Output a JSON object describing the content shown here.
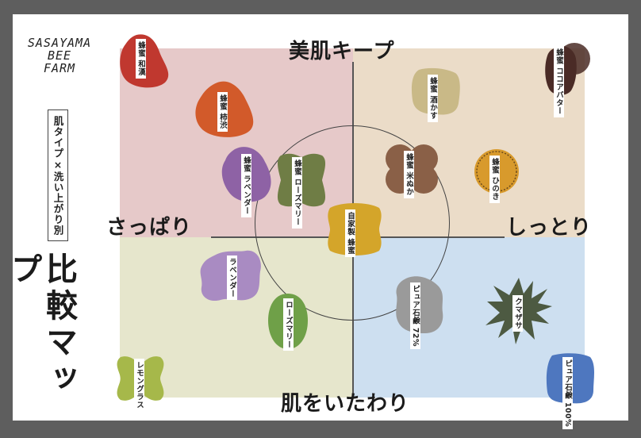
{
  "brand": {
    "line1": "SASAYAMA",
    "line2": "BEE",
    "line3": "FARM"
  },
  "subtitle": "肌タイプ×洗い上がり別",
  "title": "比較マップ",
  "axes": {
    "top": "美肌キープ",
    "bottom": "肌をいたわり",
    "left": "さっぱり",
    "right": "しっとり"
  },
  "items": {
    "washi": {
      "line1": "蜂蜜",
      "line2": "和漢",
      "color": "#c0382f"
    },
    "kakishibu": {
      "line1": "蜂蜜",
      "line2": "柿渋",
      "color": "#d25a2a"
    },
    "lavender_honey": {
      "line1": "蜂蜜",
      "line2": "ラベンダー",
      "color": "#8e62a5"
    },
    "rosemary_honey": {
      "line1": "蜂蜜",
      "line2": "ローズマリー",
      "color": "#6f7d45"
    },
    "sakekasu": {
      "line1": "蜂蜜",
      "line2": "酒かす",
      "color": "#c9b987"
    },
    "cocoa": {
      "line1": "蜂蜜",
      "line2": "ココアバター",
      "color": "#4a2b26"
    },
    "nuka": {
      "line1": "蜂蜜",
      "line2": "米ぬか",
      "color": "#8a6047"
    },
    "hinoki": {
      "line1": "蜂蜜",
      "line2": "ひのき",
      "color": "#d89a2c"
    },
    "homemade": {
      "line1": "自家製",
      "line2": "蜂蜜",
      "color": "#d4a52a"
    },
    "lavender": {
      "line1": "ラベンダー",
      "color": "#a98bc2"
    },
    "rosemary": {
      "line1": "ローズマリー",
      "color": "#6fa048"
    },
    "pure72": {
      "line1": "ピュア石鹸",
      "line2": "72%",
      "color": "#9a9a9a"
    },
    "kumazasa": {
      "line1": "クマザサ",
      "color": "#4d5a42"
    },
    "lemongrass": {
      "line1": "レモングラス",
      "color": "#a6b84a"
    },
    "pure100": {
      "line1": "ピュア石鹸",
      "line2": "100%",
      "color": "#4e77bf"
    }
  }
}
